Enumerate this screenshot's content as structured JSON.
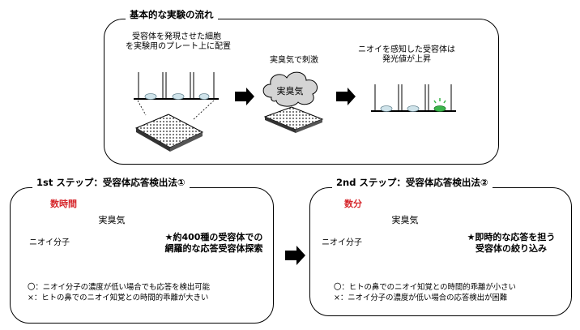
{
  "top": {
    "title": "基本的な実験の流れ",
    "step1_line1": "受容体を発現させた細胞",
    "step1_line2": "を実験用のプレート上に配置",
    "step2": "実臭気で刺激",
    "step3_line1": "ニオイを感知した受容体は",
    "step3_line2": "発光値が上昇",
    "cloud": "実臭気"
  },
  "step1": {
    "title": "1st ステップ：受容体応答検出法①",
    "time": "数時間",
    "cloud": "実臭気",
    "odor_label": "ニオイ分子",
    "feature_line1": "★約400種の受容体での",
    "feature_line2": "網羅的な応答受容体探索",
    "pro": "〇：ニオイ分子の濃度が低い場合でも応答を検出可能",
    "con": "×：ヒトの鼻でのニオイ知覚との時間的乖離が大きい"
  },
  "step2": {
    "title": "2nd ステップ：受容体応答検出法②",
    "time": "数分",
    "cloud": "実臭気",
    "odor_label": "ニオイ分子",
    "feature_line1": "★即時的な応答を担う",
    "feature_line2": "受容体の絞り込み",
    "pro": "〇：ヒトの鼻でのニオイ知覚との時間的乖離が小さい",
    "con": "×：ニオイ分子の濃度が低い場合の応答検出が困難"
  },
  "colors": {
    "cell": "#cfe3ea",
    "active_cell": "#3ab54a",
    "time_label": "#d6262b",
    "cloud": "#d4d4d4",
    "arrow_gray": "#8c8c8c"
  }
}
